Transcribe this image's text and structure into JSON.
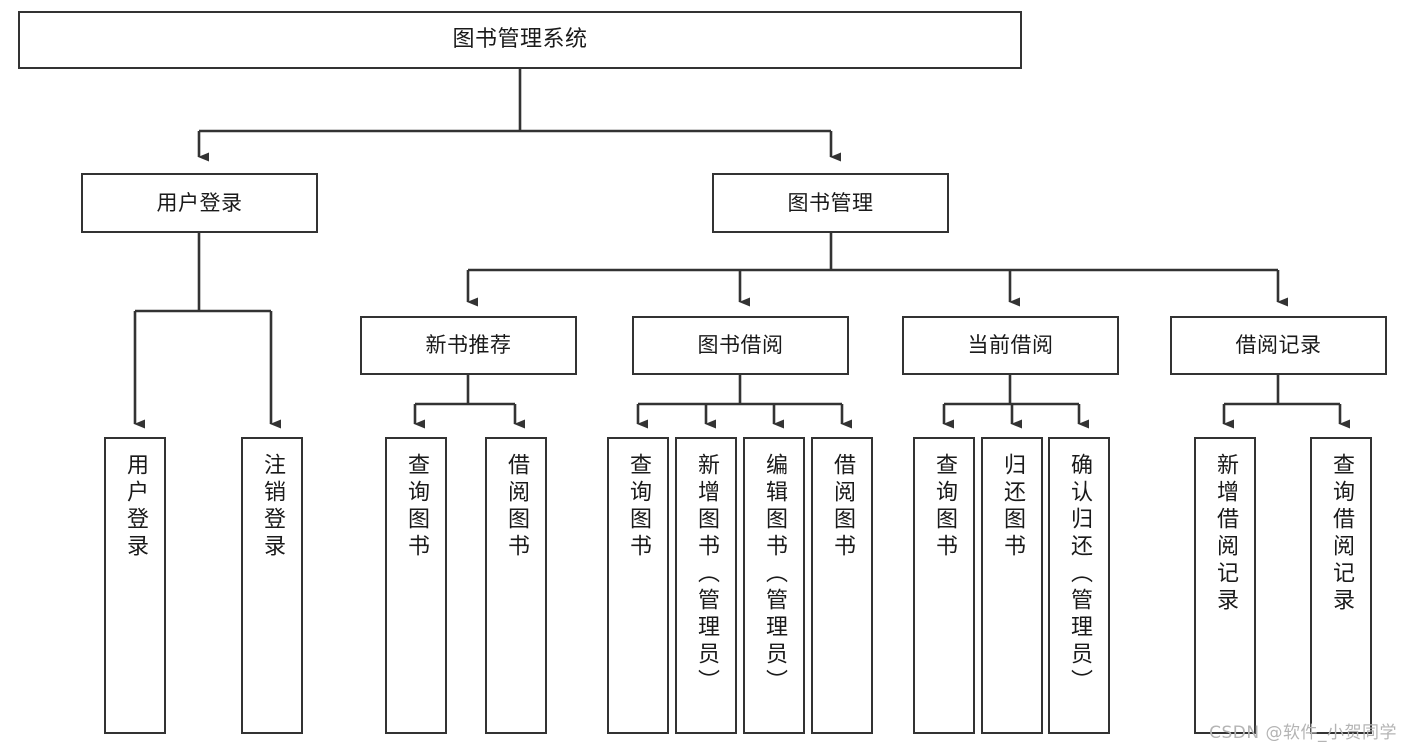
{
  "diagram": {
    "title": "图书管理系统",
    "type": "tree-hierarchy-chart",
    "colors": {
      "box_border": "#333333",
      "box_fill": "#ffffff",
      "edge": "#333333",
      "text": "#1a1a1a",
      "watermark": "#b4b4b4",
      "background": "#ffffff"
    },
    "watermark": "CSDN @软件_小贺同学",
    "nodes": {
      "root": {
        "label": "图书管理系统"
      },
      "level1": [
        {
          "label": "用户登录"
        },
        {
          "label": "图书管理"
        }
      ],
      "level2": [
        {
          "label": "新书推荐"
        },
        {
          "label": "图书借阅"
        },
        {
          "label": "当前借阅"
        },
        {
          "label": "借阅记录"
        }
      ],
      "login_leaves": [
        {
          "label": "用户登录"
        },
        {
          "label": "注销登录"
        }
      ],
      "newbook_leaves": [
        {
          "label": "查询图书"
        },
        {
          "label": "借阅图书"
        }
      ],
      "borrow_leaves": [
        {
          "label": "查询图书"
        },
        {
          "label": "新增图书（管理员）"
        },
        {
          "label": "编辑图书（管理员）"
        },
        {
          "label": "借阅图书"
        }
      ],
      "current_leaves": [
        {
          "label": "查询图书"
        },
        {
          "label": "归还图书"
        },
        {
          "label": "确认归还（管理员）"
        }
      ],
      "record_leaves": [
        {
          "label": "新增借阅记录"
        },
        {
          "label": "查询借阅记录"
        }
      ]
    }
  }
}
